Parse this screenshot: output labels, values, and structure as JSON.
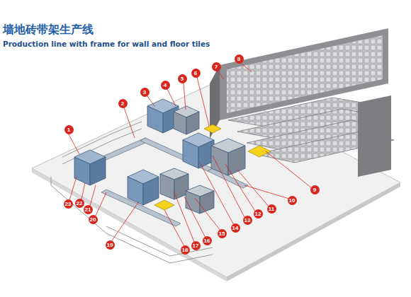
{
  "diagram": {
    "title": "墙地砖带架生产线",
    "labels": [
      "Production line with frame for wall and floor tiles",
      "1",
      "2",
      "3",
      "4",
      "5",
      "6",
      "7",
      "8",
      "9",
      "10",
      "11",
      "12",
      "13",
      "14",
      "15",
      "16",
      "17",
      "18",
      "19",
      "20",
      "21",
      "22",
      "23"
    ]
  }
}
